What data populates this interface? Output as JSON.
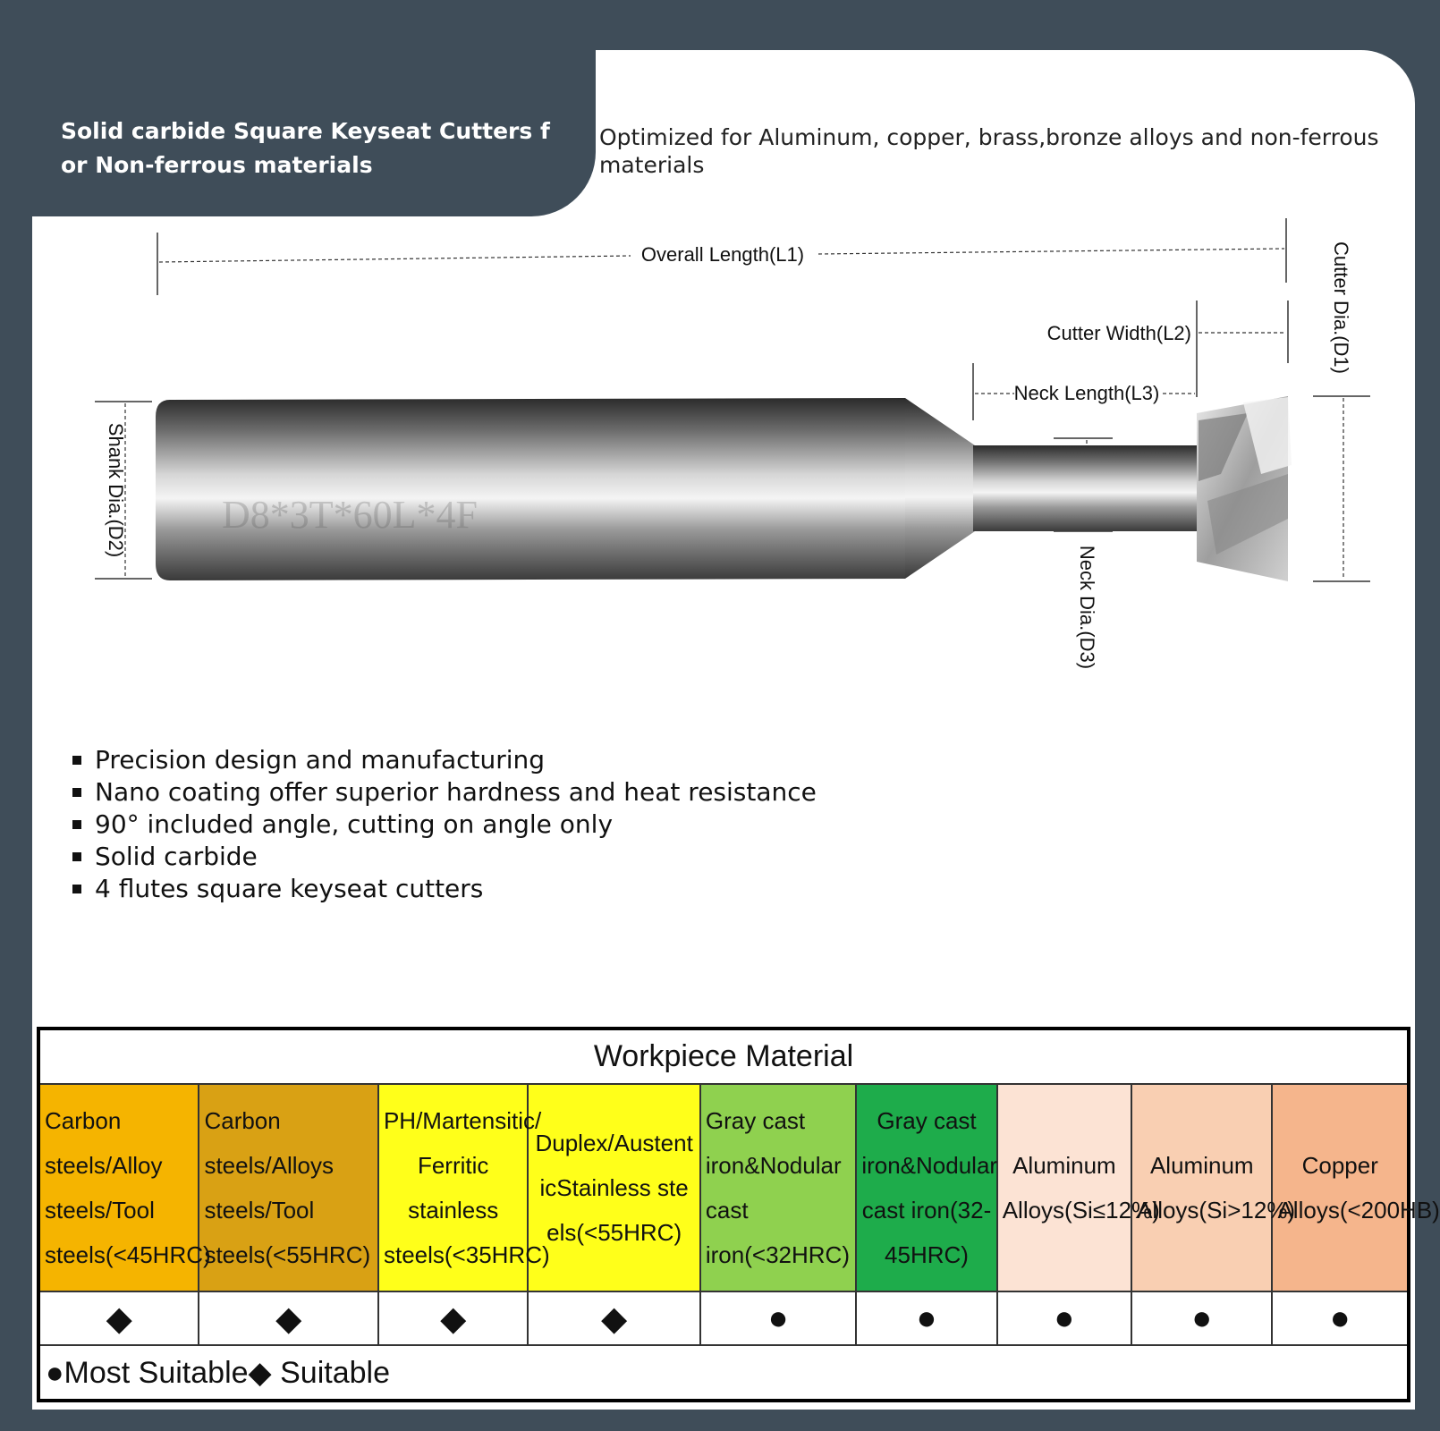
{
  "header": {
    "title": "Solid carbide Square Keyseat Cutters for Non-ferrous materials",
    "subtitle": "Optimized for Aluminum, copper, brass,bronze alloys and non-ferrous materials"
  },
  "diagram": {
    "overall_length": "Overall Length(L1)",
    "cutter_width": "Cutter Width(L2)",
    "neck_length": "Neck Length(L3)",
    "cutter_dia": "Cutter Dia.(D1)",
    "shank_dia": "Shank Dia.(D2)",
    "neck_dia": "Neck Dia.(D3)",
    "engraving": "D8*3T*60L*4F"
  },
  "features": [
    "Precision design and manufacturing",
    "Nano coating offer superior hardness and heat resistance",
    "90° included angle, cutting on angle only",
    "Solid carbide",
    "4 flutes square keyseat cutters"
  ],
  "materials_table": {
    "heading": "Workpiece Material",
    "columns": [
      {
        "label": "Carbon steels/Alloy steels/Tool steels(<45HRC)",
        "symbol": "◆",
        "color": "#f5b400"
      },
      {
        "label": "Carbon steels/Alloys steels/Tool steels(<55HRC)",
        "symbol": "◆",
        "color": "#d9a114"
      },
      {
        "label": "PH/Martensitic/ Ferritic stainless steels(<35HRC)",
        "symbol": "◆",
        "color": "#ffff1a"
      },
      {
        "label": "Duplex/AustenticStainless steels(<55HRC)",
        "symbol": "◆",
        "color": "#ffff1a"
      },
      {
        "label": "Gray cast iron&Nodular cast iron(<32HRC)",
        "symbol": "●",
        "color": "#8fd14f"
      },
      {
        "label": "Gray cast iron&Nodular cast iron(32-45HRC)",
        "symbol": "●",
        "color": "#1eac4b"
      },
      {
        "label": "Aluminum Alloys(Si≤12%)",
        "symbol": "●",
        "color": "#fce3d4"
      },
      {
        "label": "Aluminum Alloys(Si>12%)",
        "symbol": "●",
        "color": "#f9cfb2"
      },
      {
        "label": "Copper Alloys(<200HB)",
        "symbol": "●",
        "color": "#f5b58c"
      }
    ],
    "legend": "●Most Suitable◆ Suitable"
  }
}
